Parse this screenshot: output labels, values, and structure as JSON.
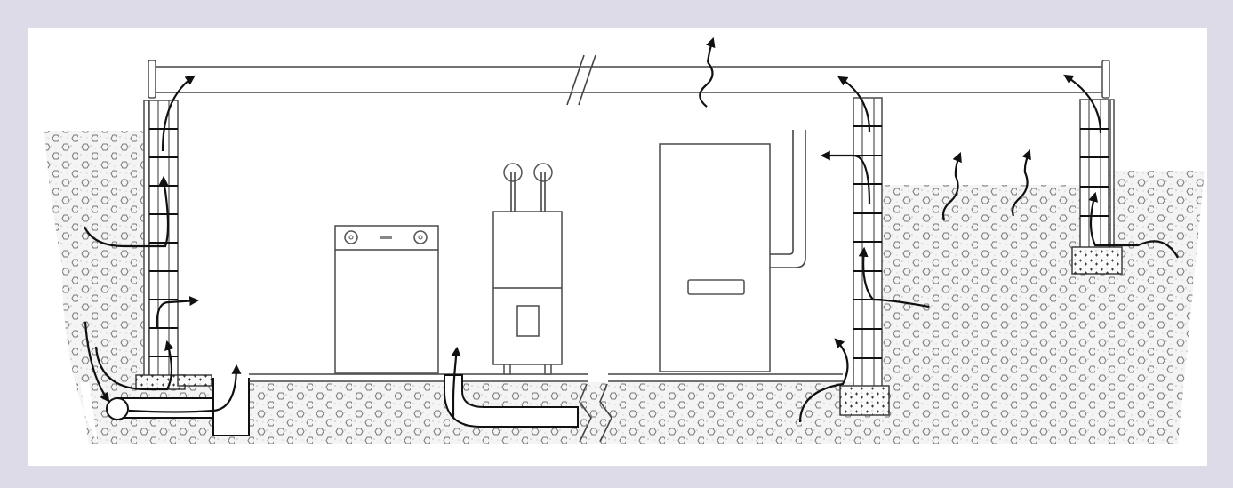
{
  "diagram": {
    "subject": "radon-entry-paths-basement-cross-section",
    "colors": {
      "frame": "#dedbe8",
      "panel": "#ffffff",
      "line": "#444444",
      "arrow": "#111111",
      "soil_fill": "#f4f4f4",
      "soil_pattern": "#777777"
    },
    "components": [
      {
        "id": "roof-slab",
        "icon": "floor-joist"
      },
      {
        "id": "left-foundation-wall",
        "icon": "block-wall"
      },
      {
        "id": "right-foundation-wall",
        "icon": "block-wall"
      },
      {
        "id": "far-right-wall",
        "icon": "block-wall"
      },
      {
        "id": "washing-machine",
        "icon": "washer"
      },
      {
        "id": "water-heater",
        "icon": "water-heater"
      },
      {
        "id": "furnace",
        "icon": "furnace"
      },
      {
        "id": "sump-pit",
        "icon": "sump"
      },
      {
        "id": "drain-tile",
        "icon": "perimeter-drain"
      },
      {
        "id": "floor-drain-pipe",
        "icon": "drain-pipe"
      },
      {
        "id": "footings",
        "icon": "concrete-footing"
      },
      {
        "id": "soil",
        "icon": "gravel-soil"
      }
    ],
    "arrow_count": 17
  }
}
